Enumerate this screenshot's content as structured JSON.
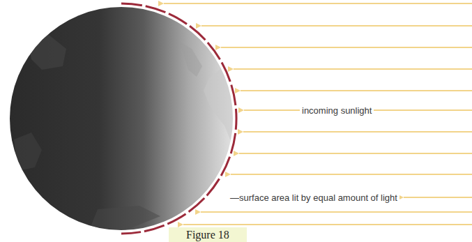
{
  "diagram": {
    "caption": "Figure 18",
    "labels": [
      "incoming sunlight",
      "—surface area lit by equal amount of light"
    ]
  }
}
